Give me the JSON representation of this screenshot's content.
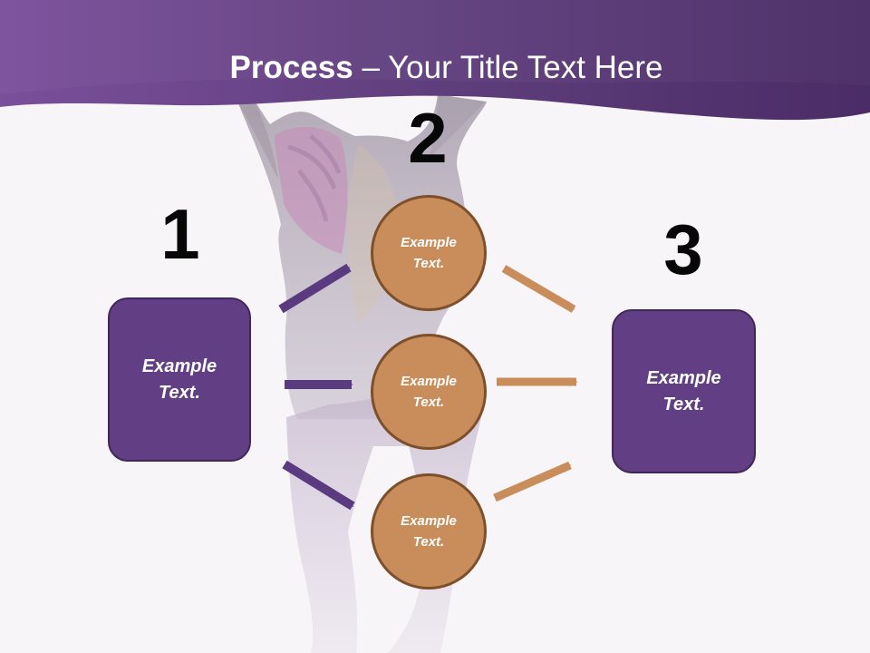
{
  "slide": {
    "title_strong": "Process",
    "title_rest": " – Your Title Text Here"
  },
  "steps": {
    "numbers": [
      "1",
      "2",
      "3"
    ]
  },
  "boxes": {
    "left_text": "Example Text.",
    "right_text": "Example Text."
  },
  "circles": [
    {
      "text": "Example Text."
    },
    {
      "text": "Example Text."
    },
    {
      "text": "Example Text."
    }
  ],
  "colors": {
    "header_purple": "#5d3a80",
    "box_purple": "#623f84",
    "box_border": "#3f2858",
    "circle_fill": "#c98d5c",
    "circle_border": "#7d4f2a",
    "arrow_purple": "#5b3b80",
    "arrow_tan": "#c98d5c"
  },
  "decorations": {
    "background_photo": "person-raising-arms-photo"
  }
}
